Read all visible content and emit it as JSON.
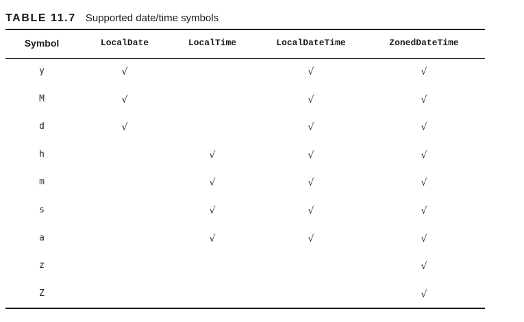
{
  "caption": {
    "number": "TABLE 11.7",
    "title": "Supported date/time symbols"
  },
  "table": {
    "headers": [
      "Symbol",
      "LocalDate",
      "LocalTime",
      "LocalDateTime",
      "ZonedDateTime"
    ],
    "check_mark": "√",
    "rows": [
      {
        "symbol": "y",
        "supported": [
          true,
          false,
          true,
          true
        ]
      },
      {
        "symbol": "M",
        "supported": [
          true,
          false,
          true,
          true
        ]
      },
      {
        "symbol": "d",
        "supported": [
          true,
          false,
          true,
          true
        ]
      },
      {
        "symbol": "h",
        "supported": [
          false,
          true,
          true,
          true
        ]
      },
      {
        "symbol": "m",
        "supported": [
          false,
          true,
          true,
          true
        ]
      },
      {
        "symbol": "s",
        "supported": [
          false,
          true,
          true,
          true
        ]
      },
      {
        "symbol": "a",
        "supported": [
          false,
          true,
          true,
          true
        ]
      },
      {
        "symbol": "z",
        "supported": [
          false,
          false,
          false,
          true
        ]
      },
      {
        "symbol": "Z",
        "supported": [
          false,
          false,
          false,
          true
        ]
      }
    ]
  },
  "colors": {
    "text": "#1a1a1a",
    "rule": "#1a1a1a",
    "background": "#ffffff"
  }
}
